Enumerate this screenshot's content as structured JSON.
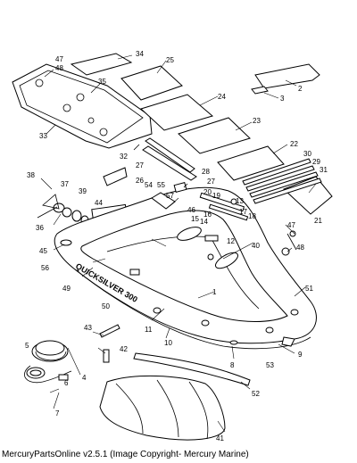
{
  "boat_name": "QUICKSILVER 300",
  "footer": "MercuryPartsOnline v2.5.1 (Image Copyright- Mercury Marine)",
  "callouts": {
    "c1": "1",
    "c2": "2",
    "c3": "3",
    "c4": "4",
    "c5": "5",
    "c6": "6",
    "c7": "7",
    "c8": "8",
    "c9": "9",
    "c10": "10",
    "c11": "11",
    "c12": "12",
    "c13": "13",
    "c14": "14",
    "c15": "15",
    "c16": "16",
    "c17": "17",
    "c18": "18",
    "c19": "19",
    "c20": "20",
    "c21": "21",
    "c22": "22",
    "c23": "23",
    "c24": "24",
    "c25": "25",
    "c26": "26",
    "c27a": "27",
    "c27b": "27",
    "c28": "28",
    "c29": "29",
    "c30": "30",
    "c31": "31",
    "c32": "32",
    "c33": "33",
    "c34": "34",
    "c35": "35",
    "c36": "36",
    "c37": "37",
    "c38": "38",
    "c39": "39",
    "c40": "40",
    "c41": "41",
    "c42": "42",
    "c43": "43",
    "c44": "44",
    "c45": "45",
    "c46": "46",
    "c47a": "47",
    "c47b": "47",
    "c48a": "48",
    "c48b": "48",
    "c49": "49",
    "c50": "50",
    "c51": "51",
    "c52": "52",
    "c53": "53",
    "c54": "54",
    "c55": "55",
    "c56": "56",
    "c57": "57"
  }
}
